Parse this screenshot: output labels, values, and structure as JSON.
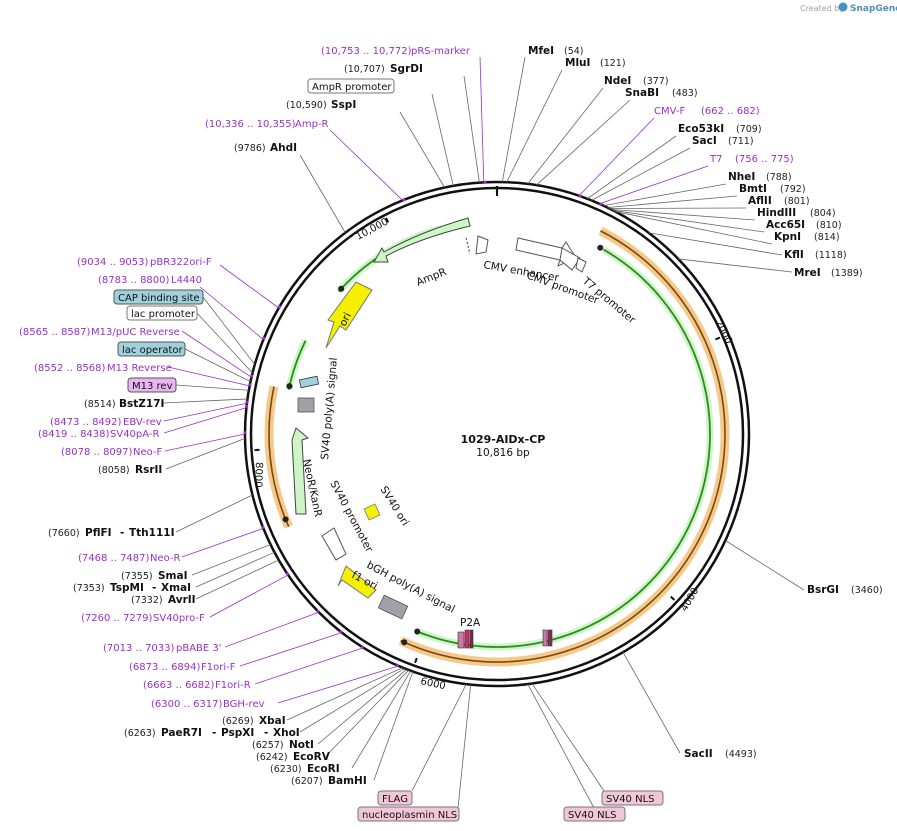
{
  "credit": {
    "created_by": "Created by",
    "brand": "SnapGene"
  },
  "plasmid": {
    "name": "1029-AIDx-CP",
    "length": "10,816 bp"
  },
  "ticks": [
    "10,000",
    "2000",
    "4000",
    "6000",
    "8000"
  ],
  "sites_right": [
    {
      "name": "MfeI",
      "pos": "(54)"
    },
    {
      "name": "MluI",
      "pos": "(121)"
    },
    {
      "name": "NdeI",
      "pos": "(377)"
    },
    {
      "name": "SnaBI",
      "pos": "(483)"
    },
    {
      "name": "Eco53kI",
      "pos": "(709)"
    },
    {
      "name": "SacI",
      "pos": "(711)"
    },
    {
      "name": "NheI",
      "pos": "(788)"
    },
    {
      "name": "BmtI",
      "pos": "(792)"
    },
    {
      "name": "AflII",
      "pos": "(801)"
    },
    {
      "name": "HindIII",
      "pos": "(804)"
    },
    {
      "name": "Acc65I",
      "pos": "(810)"
    },
    {
      "name": "KpnI",
      "pos": "(814)"
    },
    {
      "name": "KflI",
      "pos": "(1118)"
    },
    {
      "name": "MreI",
      "pos": "(1389)"
    },
    {
      "name": "BsrGI",
      "pos": "(3460)"
    },
    {
      "name": "SacII",
      "pos": "(4493)"
    }
  ],
  "primers_right": [
    {
      "name": "CMV-F",
      "pos": "(662 .. 682)"
    },
    {
      "name": "T7",
      "pos": "(756 .. 775)"
    }
  ],
  "top_left": {
    "pRS_marker": {
      "pos": "(10,753 .. 10,772)",
      "name": "pRS-marker"
    },
    "SgrDI": {
      "pos": "(10,707)",
      "name": "SgrDI"
    },
    "AmpR_promoter": "AmpR promoter",
    "SspI": {
      "pos": "(10,590)",
      "name": "SspI"
    },
    "Amp_R": {
      "pos": "(10,336 .. 10,355)",
      "name": "Amp-R"
    },
    "AhdI": {
      "pos": "(9786)",
      "name": "AhdI"
    }
  },
  "left": {
    "pBR322ori_F": {
      "pos": "(9034 .. 9053)",
      "name": "pBR322ori-F"
    },
    "L4440": {
      "pos": "(8783 .. 8800)",
      "name": "L4440"
    },
    "cap": "CAP binding site",
    "lac_promoter": "lac promoter",
    "M13_pUC": {
      "pos": "(8565 .. 8587)",
      "name": "M13/pUC Reverse"
    },
    "lac_operator": "lac operator",
    "M13_Reverse": {
      "pos": "(8552 .. 8568)",
      "name": "M13 Reverse"
    },
    "M13_rev": "M13 rev",
    "BstZ17I": {
      "pos": "(8514)",
      "name": "BstZ17I"
    },
    "EBV_rev": {
      "pos": "(8473 .. 8492)",
      "name": "EBV-rev"
    },
    "SV40pA_R": {
      "pos": "(8419 .. 8438)",
      "name": "SV40pA-R"
    },
    "Neo_F": {
      "pos": "(8078 .. 8097)",
      "name": "Neo-F"
    },
    "RsrII": {
      "pos": "(8058)",
      "name": "RsrII"
    },
    "PflFI": {
      "pos": "(7660)",
      "name": "PflFI",
      "name2": "Tth111I"
    },
    "Neo_R": {
      "pos": "(7468 .. 7487)",
      "name": "Neo-R"
    },
    "SmaI": {
      "pos": "(7355)",
      "name": "SmaI"
    },
    "TspMI": {
      "pos": "(7353)",
      "name": "TspMI",
      "name2": "XmaI"
    },
    "AvrII": {
      "pos": "(7332)",
      "name": "AvrII"
    },
    "SV40pro_F": {
      "pos": "(7260 .. 7279)",
      "name": "SV40pro-F"
    },
    "pBABE3": {
      "pos": "(7013 .. 7033)",
      "name": "pBABE 3'"
    },
    "F1ori_F": {
      "pos": "(6873 .. 6894)",
      "name": "F1ori-F"
    },
    "F1ori_R": {
      "pos": "(6663 .. 6682)",
      "name": "F1ori-R"
    },
    "BGH_rev": {
      "pos": "(6300 .. 6317)",
      "name": "BGH-rev"
    }
  },
  "bottom": {
    "XbaI": {
      "pos": "(6269)",
      "name": "XbaI"
    },
    "PaeR7I": {
      "pos": "(6263)",
      "name": "PaeR7I",
      "name2": "PspXI",
      "name3": "XhoI"
    },
    "NotI": {
      "pos": "(6257)",
      "name": "NotI"
    },
    "EcoRV": {
      "pos": "(6242)",
      "name": "EcoRV"
    },
    "EcoRI": {
      "pos": "(6230)",
      "name": "EcoRI"
    },
    "BamHI": {
      "pos": "(6207)",
      "name": "BamHI"
    },
    "FLAG": "FLAG",
    "nucleoplasmin": "nucleoplasmin NLS",
    "SV40_NLS_1": "SV40 NLS",
    "SV40_NLS_2": "SV40 NLS"
  },
  "features": {
    "CMV_enhancer": "CMV enhancer",
    "CMV_promoter": "CMV promoter",
    "T7_promoter": "T7 promoter",
    "AmpR": "AmpR",
    "ori": "ori",
    "SV40_polyA": "SV40 poly(A) signal",
    "NeoR_KanR": "NeoR/KanR",
    "SV40_promoter": "SV40 promoter",
    "SV40_ori": "SV40 ori",
    "f1_ori": "f1 ori",
    "bGH_polyA": "bGH poly(A) signal",
    "P2A": "P2A"
  },
  "colors": {
    "primer": "#9a2fc8",
    "ampR": "#cdf5c6",
    "ori": "#f5f000",
    "cds_orange": "#f5c98a",
    "cds_green": "#2e8b1e",
    "box_blue": "#9fd0dc",
    "box_pink": "#f0c6d8",
    "box_violet": "#e9b6f2"
  }
}
